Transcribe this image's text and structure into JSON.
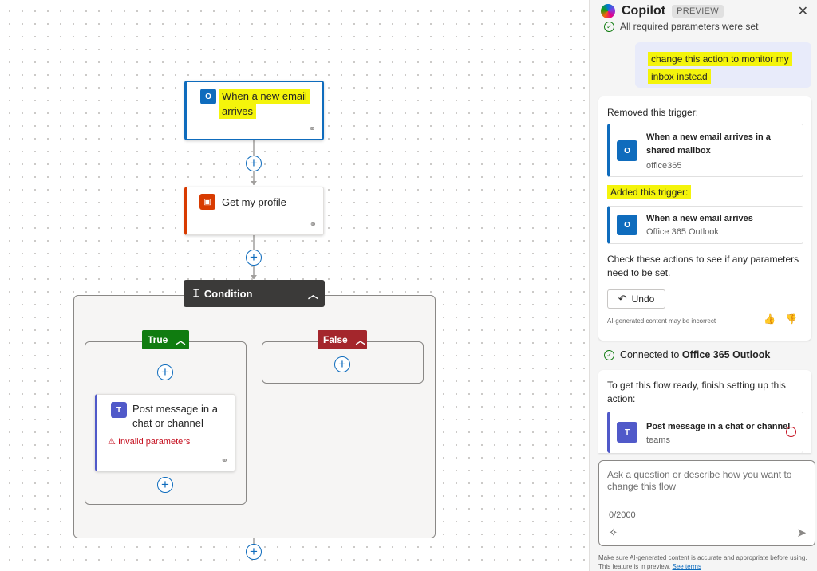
{
  "canvas": {
    "trigger": {
      "title": "When a new email arrives",
      "icon": "outlook-icon"
    },
    "profile": {
      "title": "Get my profile",
      "icon": "office-icon"
    },
    "condition": {
      "title": "Condition"
    },
    "true_branch": {
      "label": "True"
    },
    "false_branch": {
      "label": "False"
    },
    "teams_action": {
      "title": "Post message in a chat or channel",
      "warning": "Invalid parameters",
      "icon": "teams-icon"
    }
  },
  "copilot": {
    "title": "Copilot",
    "badge": "PREVIEW",
    "status_top": "All required parameters were set",
    "user_message": "change this action to monitor my inbox instead",
    "response": {
      "removed_label": "Removed this trigger:",
      "removed_card": {
        "title": "When a new email arrives in a shared mailbox",
        "subtitle": "office365"
      },
      "added_label": "Added this trigger:",
      "added_card": {
        "title": "When a new email arrives",
        "subtitle": "Office 365 Outlook"
      },
      "check_text": "Check these actions to see if any parameters need to be set.",
      "undo_label": "Undo",
      "disclaimer": "AI-generated content may be incorrect"
    },
    "connected": {
      "prefix": "Connected to",
      "target": "Office 365 Outlook"
    },
    "setup": {
      "text": "To get this flow ready, finish setting up this action:",
      "card": {
        "title": "Post message in a chat or channel",
        "subtitle": "teams"
      }
    },
    "compose": {
      "placeholder": "Ask a question or describe how you want to change this flow",
      "count": "0/2000"
    },
    "footer": {
      "text": "Make sure AI-generated content is accurate and appropriate before using. This feature is in preview.",
      "link": "See terms"
    }
  },
  "colors": {
    "accent": "#0f6cbd",
    "true": "#107c10",
    "false": "#a4262c",
    "highlight": "#f4f40b",
    "condition": "#3b3a39"
  }
}
